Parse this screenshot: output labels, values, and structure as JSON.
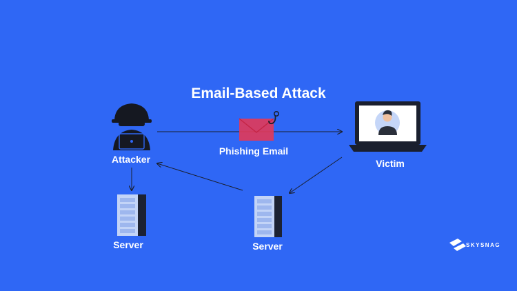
{
  "diagram": {
    "title": "Email-Based Attack",
    "nodes": {
      "attacker": "Attacker",
      "victim": "Victim",
      "server_left": "Server",
      "server_middle": "Server"
    },
    "edge_labels": {
      "phishing_email": "Phishing Email"
    },
    "edges": [
      {
        "from": "attacker",
        "to": "victim",
        "label": "Phishing Email"
      },
      {
        "from": "attacker",
        "to": "server_left"
      },
      {
        "from": "victim",
        "to": "server_middle"
      },
      {
        "from": "server_middle",
        "to": "attacker"
      }
    ]
  },
  "brand": {
    "logo_text": "SKYSNAG"
  },
  "colors": {
    "background": "#2f67f5",
    "envelope": "#e03a5a",
    "server_body": "#c3d4f7",
    "server_dark": "#1c2233",
    "hacker": "#151821"
  }
}
